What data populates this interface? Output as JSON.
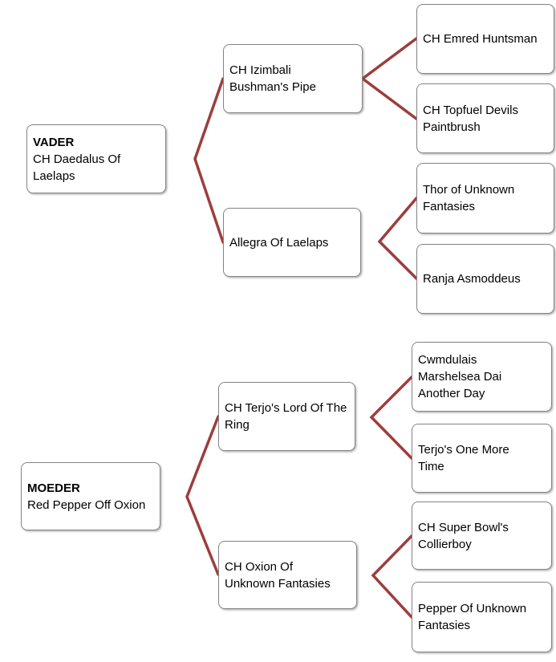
{
  "diagram": {
    "type": "pedigree-tree",
    "connector_color": "#9C3E3C",
    "nodes": {
      "vader": {
        "role": "VADER",
        "name": "CH Daedalus Of\nLaelaps"
      },
      "izimbali": {
        "name": "CH Izimbali\nBushman's Pipe"
      },
      "allegra": {
        "name": "Allegra Of Laelaps"
      },
      "emred": {
        "name": "CH Emred Huntsman"
      },
      "topfuel": {
        "name": "CH Topfuel Devils\nPaintbrush"
      },
      "thor": {
        "name": "Thor of Unknown\nFantasies"
      },
      "ranja": {
        "name": "Ranja Asmoddeus"
      },
      "moeder": {
        "role": "MOEDER",
        "name": "Red Pepper Off Oxion"
      },
      "terjo_lord": {
        "name": "CH Terjo's Lord Of The\nRing"
      },
      "oxion": {
        "name": "CH Oxion Of\nUnknown Fantasies"
      },
      "cwmdulais": {
        "name": "Cwmdulais\nMarshelsea Dai\nAnother Day"
      },
      "terjo_one": {
        "name": "Terjo's One More\nTime"
      },
      "superbowl": {
        "name": "CH Super Bowl's\nCollierboy"
      },
      "pepper": {
        "name": "Pepper Of Unknown\nFantasies"
      }
    },
    "edges": [
      {
        "from": "vader",
        "to": [
          "izimbali",
          "allegra"
        ]
      },
      {
        "from": "izimbali",
        "to": [
          "emred",
          "topfuel"
        ]
      },
      {
        "from": "allegra",
        "to": [
          "thor",
          "ranja"
        ]
      },
      {
        "from": "moeder",
        "to": [
          "terjo_lord",
          "oxion"
        ]
      },
      {
        "from": "terjo_lord",
        "to": [
          "cwmdulais",
          "terjo_one"
        ]
      },
      {
        "from": "oxion",
        "to": [
          "superbowl",
          "pepper"
        ]
      }
    ]
  }
}
